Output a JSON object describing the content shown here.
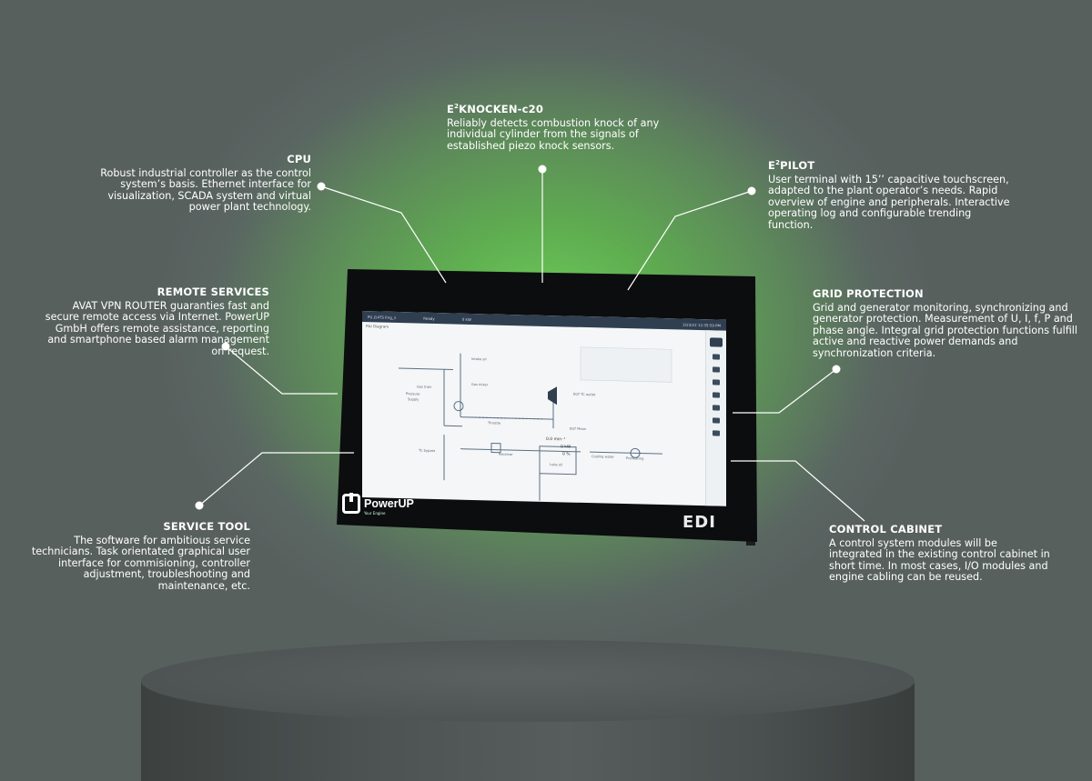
{
  "callouts": {
    "cpu": {
      "title": "CPU",
      "text": "Robust industrial controller as the control system’s basis. Ethernet interface for visualization, SCADA system and virtual power plant technology."
    },
    "knocken": {
      "title_pre": "E",
      "title_sup": "2",
      "title_post": "KNOCKEN-c20",
      "text": "Reliably detects combustion knock of any individual cylinder from the signals of established piezo knock sensors."
    },
    "pilot": {
      "title_pre": "E",
      "title_sup": "2",
      "title_post": "PILOT",
      "text": "User terminal with 15’’ capacitive touchscreen, adapted to the plant operator’s needs. Rapid overview of engine and peripherals. Interactive operating log and configurable trending function."
    },
    "remote": {
      "title": "REMOTE SERVICES",
      "text": "AVAT VPN ROUTER guaranties fast and secure remote access via Internet. PowerUP GmbH offers remote assistance, reporting and smartphone based alarm management on request."
    },
    "grid": {
      "title": "GRID PROTECTION",
      "text": "Grid and generator monitoring, synchronizing and generator protection. Measurement of U, I, f, P and phase angle. Integral grid protection functions fulfill active and reactive power demands and synchronization criteria."
    },
    "service": {
      "title": "SERVICE TOOL",
      "text": "The software for ambitious service technicians. Task orientated graphical user interface for commisioning, controller adjustment, troubleshooting and maintenance, etc."
    },
    "cabinet": {
      "title": "CONTROL CABINET",
      "text": "A control system modules will be integrated in the existing control cabinet in short time. In most cases, I/O modules and engine cabling can be reused."
    }
  },
  "device": {
    "brand": "PowerUP",
    "brand_sub": "Your Engine",
    "model_mark": "EDI"
  },
  "screen": {
    "tab": "P&I Diagram",
    "engine": "PU J14TS Eng_1",
    "status": "Ready",
    "power": "0 kW",
    "datetime": "2/23/22 12:35:59 PM",
    "labels": [
      "Intake air",
      "Gas mixer",
      "Gas train",
      "Pressure",
      "Supply",
      "Throttle",
      "Receiver",
      "TC bypass",
      "Lube oil",
      "Cooling water",
      "Preheating",
      "EGT Mean",
      "EGT TC outlet"
    ],
    "readout": [
      "0.0 min⁻¹",
      "0 kW",
      "0 %"
    ]
  },
  "colors": {
    "accent_green": "#6fce5c",
    "background": "#58605e",
    "text": "#ffffff"
  }
}
